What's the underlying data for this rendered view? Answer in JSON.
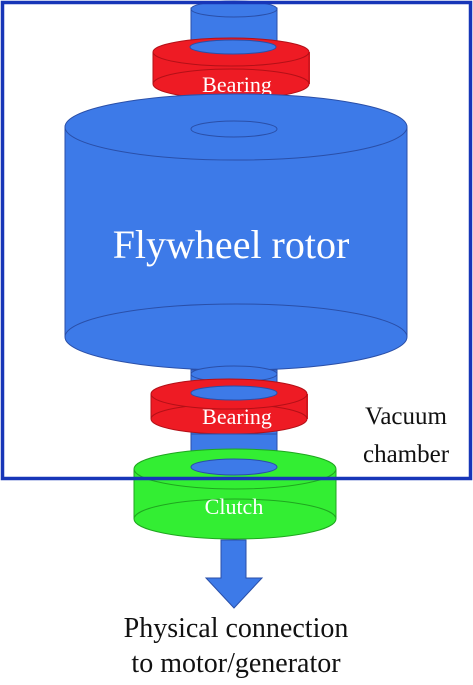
{
  "labels": {
    "bearing_top": "Bearing",
    "rotor": "Flywheel rotor",
    "bearing_bottom": "Bearing",
    "clutch": "Clutch",
    "chamber_line1": "Vacuum",
    "chamber_line2": "chamber",
    "output_line1": "Physical connection",
    "output_line2": "to motor/generator"
  },
  "colors": {
    "shaft": "#3d7ae8",
    "rotor": "#3d7ae8",
    "bearing": "#ee1b24",
    "clutch": "#33ee33",
    "chamber_border": "#1736b8",
    "arrow": "#3d7ae8",
    "text_light": "#ffffff",
    "text_dark": "#111111"
  }
}
